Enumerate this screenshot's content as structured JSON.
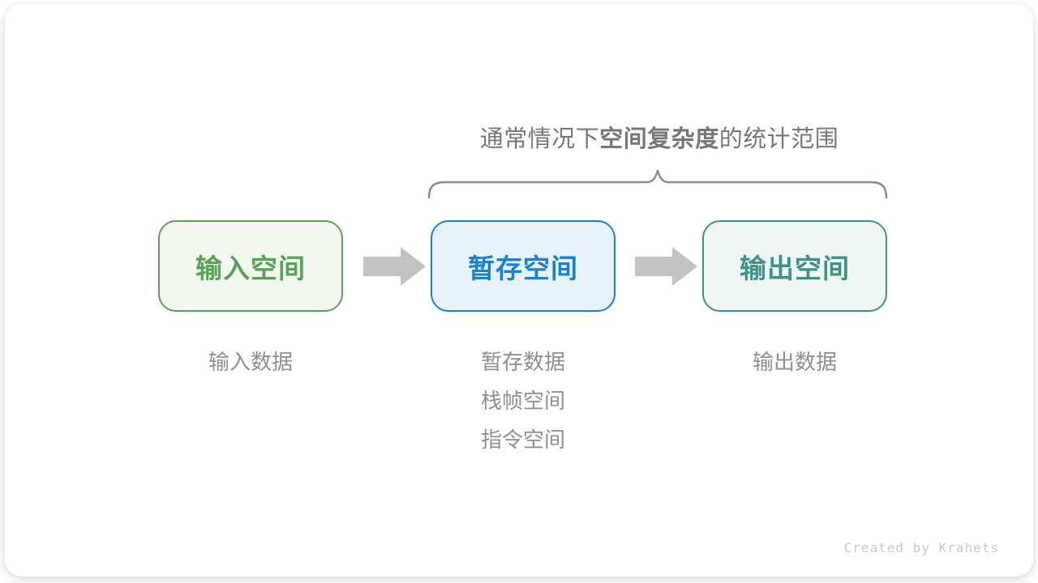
{
  "title": {
    "prefix": "通常情况下",
    "bold": "空间复杂度",
    "suffix": "的统计范围",
    "color": "#777777"
  },
  "brace": {
    "color": "#8a8a8a"
  },
  "boxes": [
    {
      "id": "input-space",
      "label": "输入空间",
      "border": "#5ba158",
      "fill": "#f2f8f0",
      "text_color": "#55a355"
    },
    {
      "id": "temp-space",
      "label": "暂存空间",
      "border": "#1781d2",
      "fill": "#e7f2fb",
      "text_color": "#1781d2"
    },
    {
      "id": "output-space",
      "label": "输出空间",
      "border": "#3e9186",
      "fill": "#eff6f3",
      "text_color": "#3e9186"
    }
  ],
  "arrows": {
    "color": "#c2c2c2"
  },
  "sub_labels": {
    "color": "#8f8f8f",
    "input": [
      "输入数据"
    ],
    "temp": [
      "暂存数据",
      "栈帧空间",
      "指令空间"
    ],
    "output": [
      "输出数据"
    ]
  },
  "credit": {
    "text": "Created by Krahets",
    "color": "#c7c7c7"
  }
}
